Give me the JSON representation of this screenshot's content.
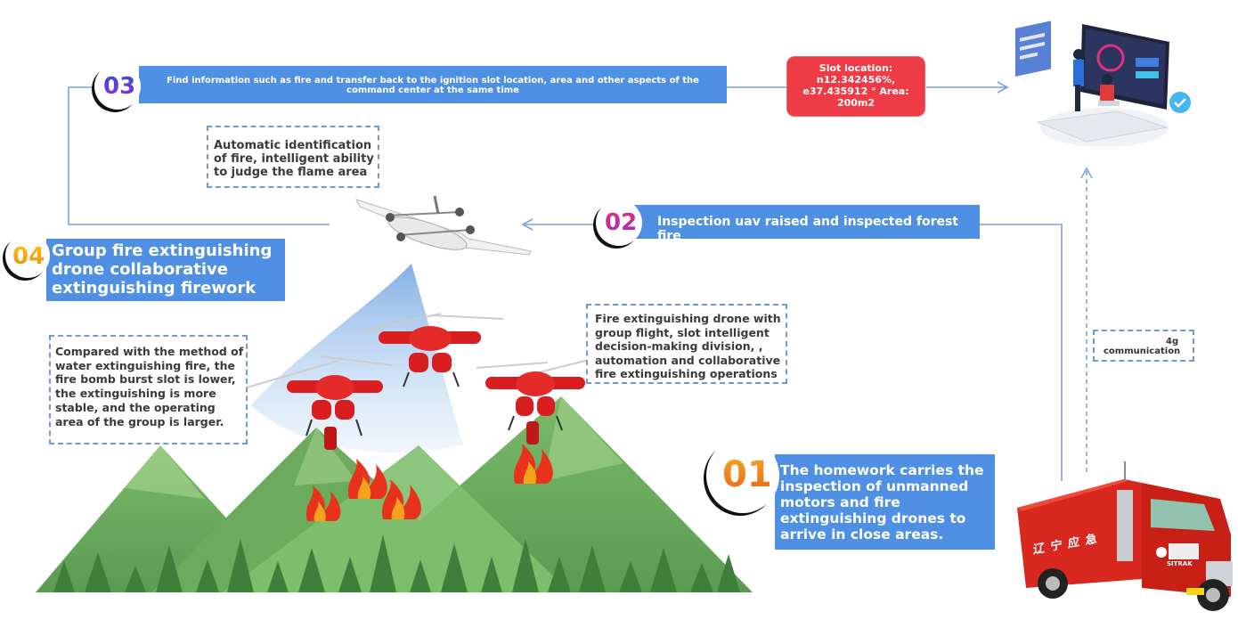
{
  "steps": {
    "step3": {
      "number": "03",
      "text": "Find information such as fire and transfer back to the ignition slot location, area and other aspects of the command center at the same time"
    },
    "step2": {
      "number": "02",
      "text": "Inspection uav raised and inspected forest fire"
    },
    "step4": {
      "number": "04",
      "text": "Group fire extinguishing drone collaborative extinguishing firework"
    },
    "step1": {
      "number": "01",
      "text": "The homework carries the inspection of unmanned motors and fire extinguishing drones to arrive in close areas."
    }
  },
  "slot_info": "Slot location: n12.342456%, e37.435912 ° Area: 200m2",
  "notes": {
    "auto_identification": "Automatic identification of fire, intelligent ability to judge the flame area",
    "comparison": "Compared with the method of water extinguishing fire, the fire bomb burst slot is lower, the extinguishing is more stable, and the operating area of the group is larger.",
    "fire_drone": "Fire extinguishing drone with group flight, slot intelligent decision-making division,   , automation and collaborative fire extinguishing operations",
    "comm_line1": "4g",
    "comm_line2": "communication"
  },
  "truck_sign": "辽 宁 应 急",
  "truck_brand": "SITRAK",
  "colors": {
    "accent_blue": "#4f90e4",
    "slot_red": "#ef3b45",
    "dashed_border": "#6d9bd6",
    "mountain_green": "#6fae5f",
    "flame_red": "#e8321c",
    "drone_red": "#d81e1e"
  },
  "icons": [
    "command-center-illustration",
    "fixed-wing-uav",
    "fire-extinguishing-drone",
    "flame-icon",
    "fire-truck"
  ]
}
